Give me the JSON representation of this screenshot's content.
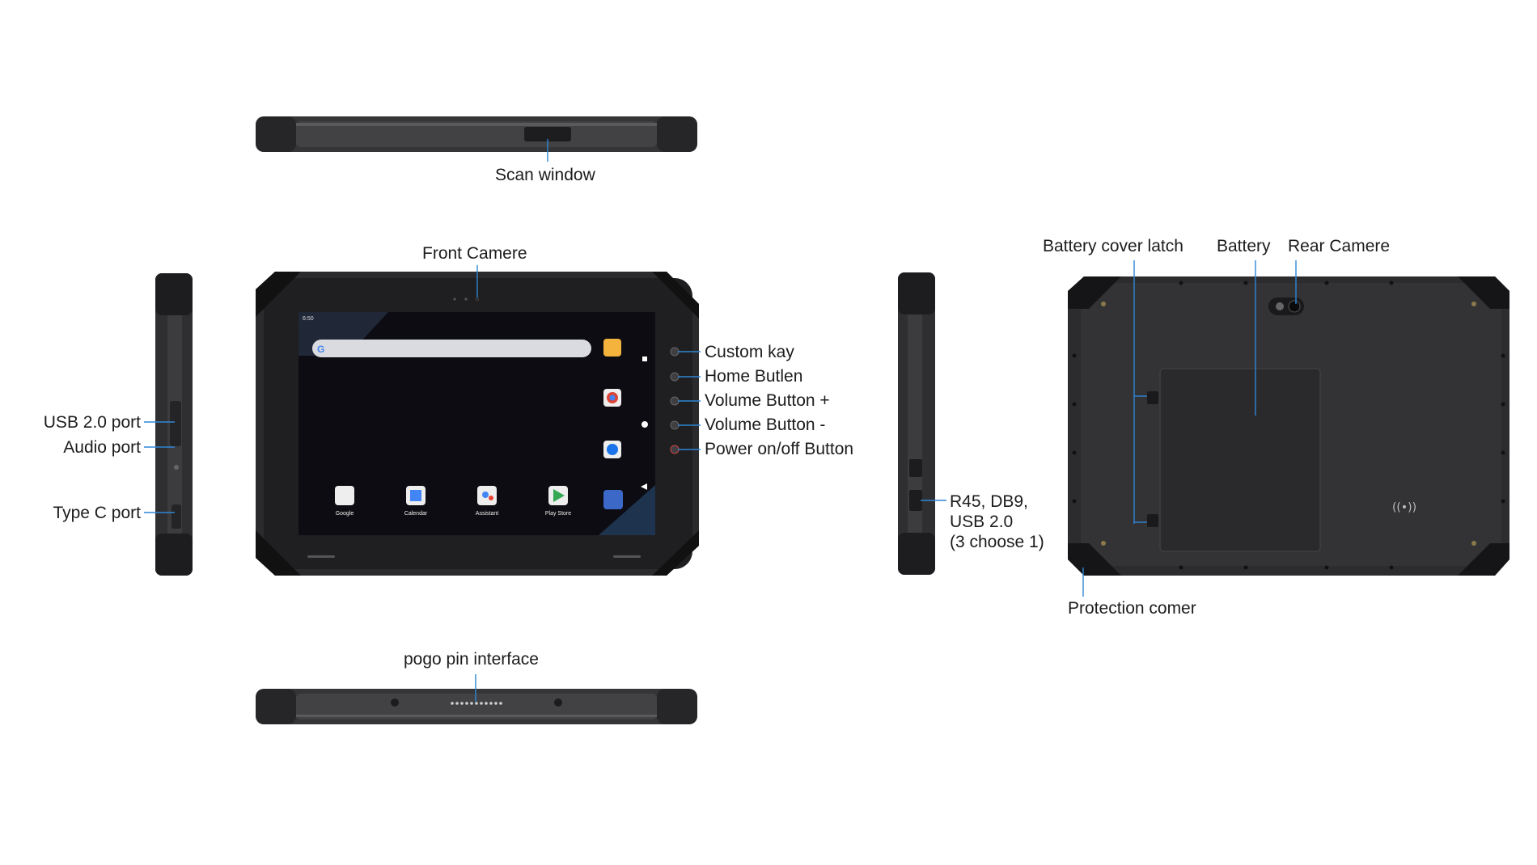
{
  "labels": {
    "scan_window": "Scan window",
    "front_camera": "Front Camere",
    "custom_key": "Custom kay",
    "home_button": "Home Butlen",
    "volume_up": "Volume Button +",
    "volume_down": "Volume Button -",
    "power_button": "Power on/off Button",
    "usb_port": "USB 2.0 port",
    "audio_port": "Audio port",
    "type_c_port": "Type C port",
    "pogo_pin": "pogo pin interface",
    "r45_line1": "R45,  DB9,",
    "r45_line2": "USB 2.0",
    "r45_line3": "(3 choose 1)",
    "battery_cover_latch": "Battery cover latch",
    "battery": "Battery",
    "rear_camera": "Rear Camere",
    "protection_corner": "Protection comer"
  },
  "screen": {
    "status_time": "6:50",
    "apps": [
      "Google",
      "Calendar",
      "Assistant",
      "Play Store"
    ]
  },
  "colors": {
    "leader_line": "#2f86d6",
    "device_body": "#2b2b2d",
    "bumper": "#3a3a3c",
    "screen_bg": "#0c0c12"
  }
}
